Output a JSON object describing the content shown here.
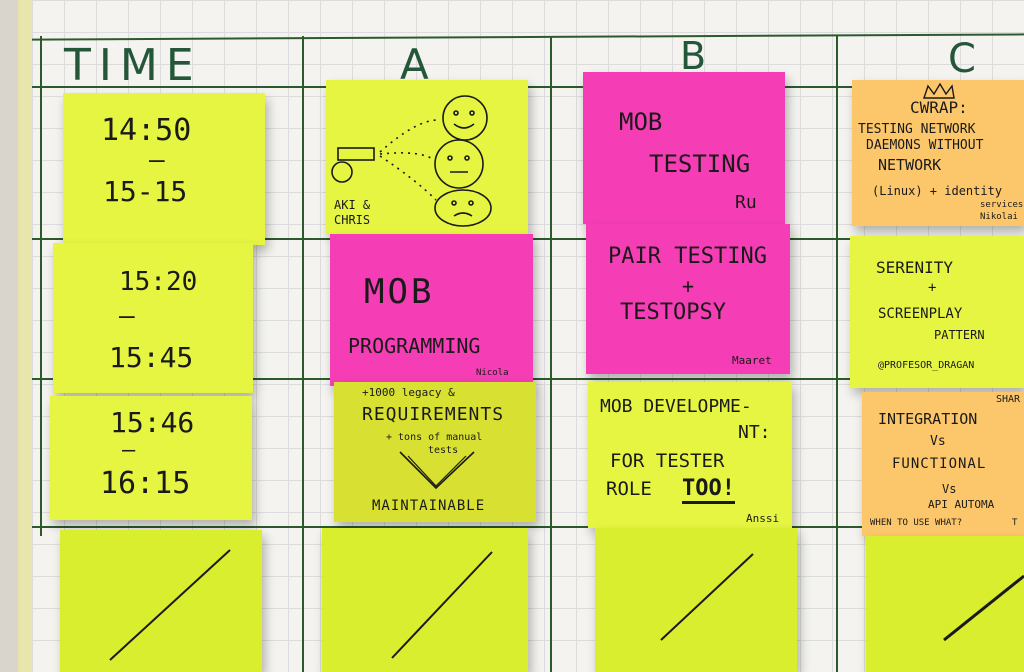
{
  "headers": {
    "time": "TIME",
    "a": "A",
    "b": "B",
    "c": "C"
  },
  "time_slots": [
    {
      "start": "14:50",
      "end": "15-15"
    },
    {
      "start": "15:20",
      "end": "15:45"
    },
    {
      "start": "15:46",
      "end": "16:15"
    }
  ],
  "track_a": {
    "talk1": {
      "speakers": "AKI & CHRIS"
    },
    "talk2": {
      "title_line1": "MOB",
      "title_line2": "PROGRAMMING",
      "signature": "Nicola"
    },
    "talk3": {
      "line1": "+1000 legacy &",
      "title": "REQUIREMENTS",
      "note1": "+ tons of manual",
      "note2": "tests",
      "footer": "MAINTAINABLE"
    }
  },
  "track_b": {
    "talk1": {
      "line1": "MOB",
      "line2": "TESTING",
      "signature": "Ru"
    },
    "talk2": {
      "line1": "PAIR TESTING",
      "plus": "+",
      "line2": "TESTOPSY",
      "signature": "Maaret"
    },
    "talk3": {
      "line1": "MOB DEVELOPME-",
      "line2": "NT:",
      "line3": "FOR TESTER",
      "line4": "ROLE",
      "emphasis": "TOO!",
      "signature": "Anssi"
    }
  },
  "track_c": {
    "talk1": {
      "line1": "CWRAP:",
      "line2": "TESTING NETWORK",
      "line3": "DAEMONS WITHOUT",
      "line4": "NETWORK",
      "line5": "(Linux) + identity",
      "line6": "services,",
      "signature": "Nikolai"
    },
    "talk2": {
      "line1": "SERENITY",
      "plus": "+",
      "line2": "SCREENPLAY",
      "line3": "PATTERN",
      "handle": "@PROFESOR_DRAGAN"
    },
    "talk3": {
      "corner": "SHAR",
      "line1": "INTEGRATION",
      "vs1": "Vs",
      "line2": "FUNCTIONAL",
      "vs2": "Vs",
      "line3": "API AUTOMA",
      "footer": "WHEN TO USE WHAT?",
      "footer2": "T"
    }
  },
  "colors": {
    "yellow": "#e6f542",
    "pink": "#f53eb5",
    "orange": "#fcc76a",
    "grid": "#2c5a2c"
  }
}
